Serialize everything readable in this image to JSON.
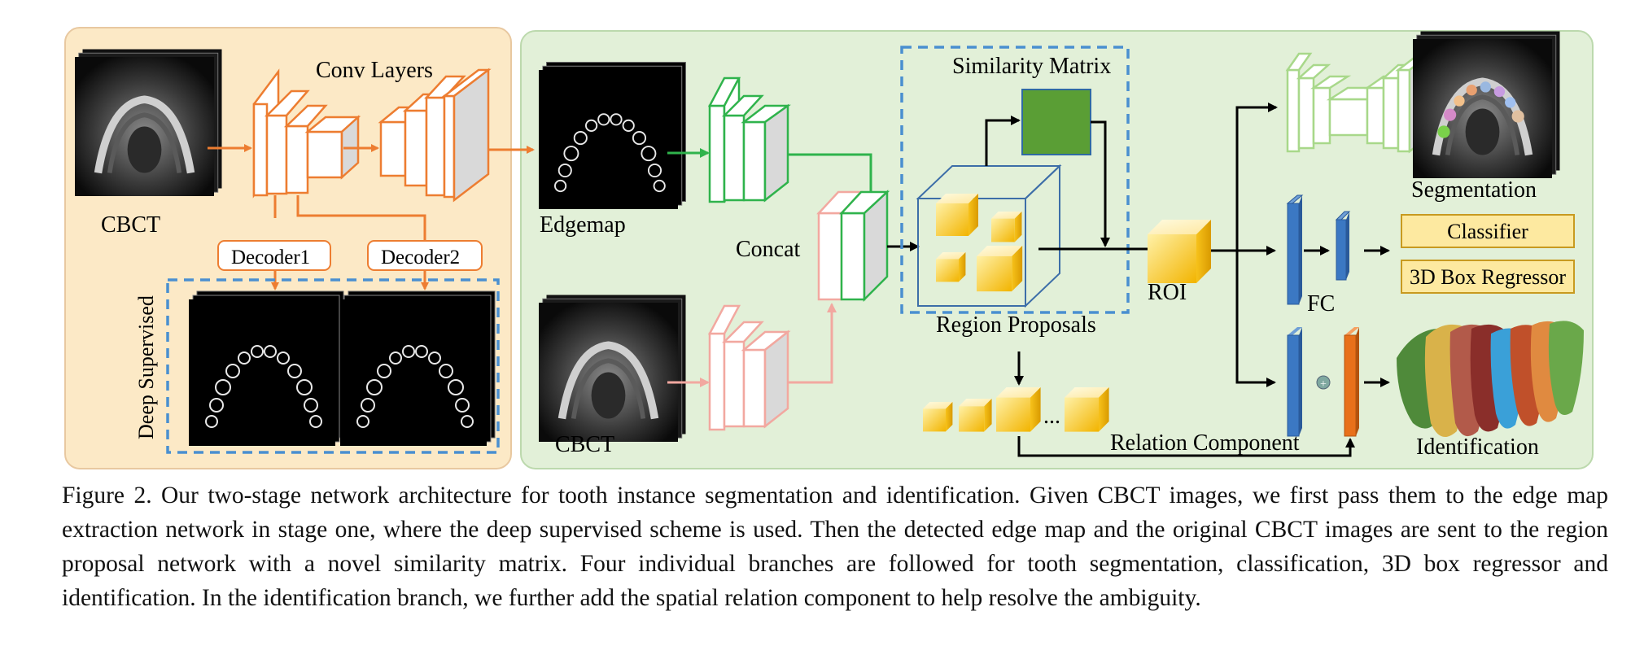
{
  "figure": {
    "labels": {
      "conv_layers": "Conv Layers",
      "cbct_left": "CBCT",
      "decoder1": "Decoder1",
      "decoder2": "Decoder2",
      "deep_supervised": "Deep Supervised",
      "edgemap": "Edgemap",
      "cbct_bottom": "CBCT",
      "concat": "Concat",
      "similarity_matrix": "Similarity Matrix",
      "region_proposals": "Region Proposals",
      "roi": "ROI",
      "fc": "FC",
      "segmentation": "Segmentation",
      "classifier": "Classifier",
      "box_regressor": "3D Box Regressor",
      "identification": "Identification",
      "relation_component": "Relation Component",
      "ellipsis": "..."
    },
    "colors": {
      "stage1_bg": "#fce9c6",
      "stage2_bg": "#e2f0d8",
      "orange": "#ed7d31",
      "green": "#2fb34c",
      "pink": "#f2a8a0",
      "blue_dash": "#4a8fd0",
      "matrix_green": "#5a9e35",
      "fc_blue": "#3b78c3",
      "relation_orange": "#e8701a",
      "cube_yellow": "#f8c400",
      "label_box_fill": "#fde9a0",
      "label_box_stroke": "#c89a20",
      "seg_outline_green": "#a8d88a"
    },
    "icons": [
      "cbct-image-stack",
      "edge-map-image",
      "network-block",
      "yellow-cube",
      "teeth-3d-model"
    ]
  },
  "caption": {
    "text": "Figure 2. Our two-stage network architecture for tooth instance segmentation and identification. Given CBCT images, we first pass them to the edge map extraction network in stage one, where the deep supervised scheme is used. Then the detected edge map and the original CBCT images are sent to the region proposal network with a novel similarity matrix.  Four individual branches are followed for tooth segmentation, classification, 3D box regressor and identification. In the identification branch, we further add the spatial relation component to help resolve the ambiguity."
  }
}
